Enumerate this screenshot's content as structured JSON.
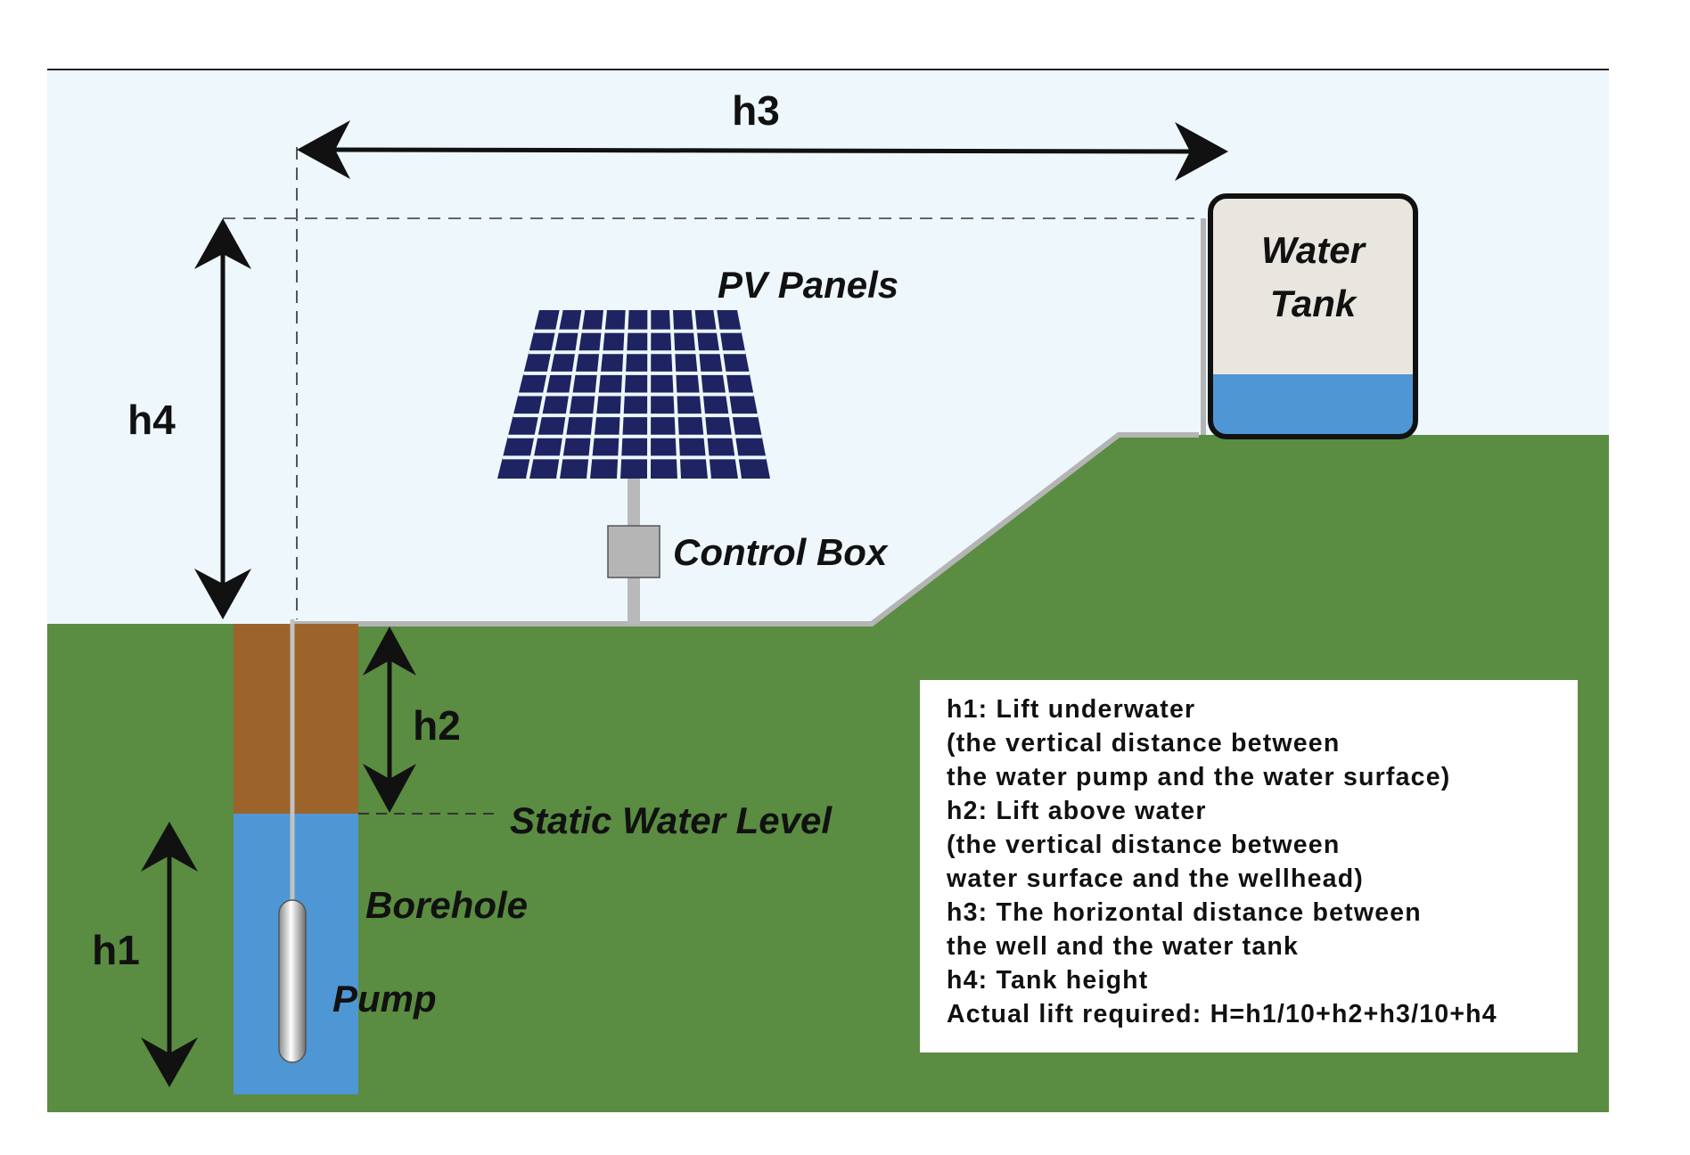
{
  "labels": {
    "h1": "h1",
    "h2": "h2",
    "h3": "h3",
    "h4": "h4",
    "pv_panels": "PV Panels",
    "control_box": "Control Box",
    "water_tank_line1": "Water",
    "water_tank_line2": "Tank",
    "static_water_level": "Static Water Level",
    "borehole": "Borehole",
    "pump": "Pump"
  },
  "legend": [
    "h1:  Lift underwater",
    "(the vertical distance between",
    "the water pump and the water surface)",
    "h2:  Lift above water",
    "(the vertical distance between",
    "water surface and the wellhead)",
    "h3: The horizontal distance between",
    "the well and the water tank",
    "h4: Tank height",
    "Actual lift required: H=h1/10+h2+h3/10+h4"
  ],
  "colors": {
    "sky": "#eef7fb",
    "ground": "#5a8c41",
    "soil": "#9c632b",
    "water": "#4f96d4",
    "panel": "#1e2462",
    "pole": "#b9b9b9",
    "tank_body": "#e9e5df",
    "text": "#111111"
  },
  "icons": {
    "pump": "submersible-pump-icon",
    "panel": "solar-panel-icon",
    "control_box": "control-box-icon",
    "tank": "water-tank-icon"
  }
}
